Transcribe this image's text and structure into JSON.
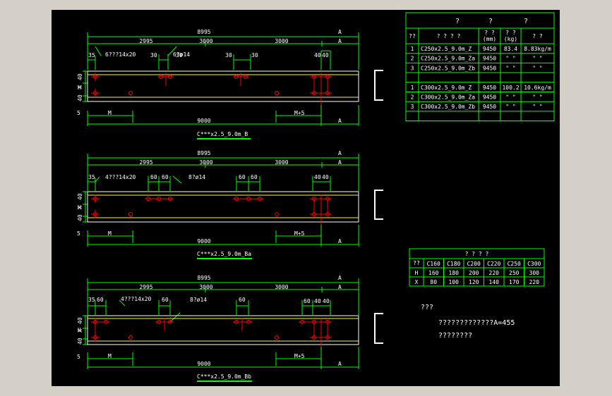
{
  "beams": [
    {
      "id": "B",
      "top_total": "8995",
      "seg1": "2995",
      "seg2": "3000",
      "seg3": "3000",
      "end_a": "A",
      "dim_35": "35",
      "dim_30": "30",
      "dim_40": "40",
      "hole_label_1": "6???14x20",
      "hole_label_2": "6?ø14",
      "side_h": "H",
      "side_x": "X",
      "side_40": "40",
      "left_5": "5",
      "m_label": "M",
      "m5_label": "M+5",
      "bottom_total": "9000",
      "title": "C***x2.5_9.0m_B"
    },
    {
      "id": "Ba",
      "top_total": "8995",
      "seg1": "2995",
      "seg2": "3000",
      "seg3": "3000",
      "end_a": "A",
      "dim_35": "35",
      "dim_60": "60",
      "dim_40": "40",
      "hole_label_1": "4???14x20",
      "hole_label_2": "8?ø14",
      "side_h": "H",
      "side_x": "X",
      "side_40": "40",
      "left_5": "5",
      "m_label": "M",
      "m5_label": "M+5",
      "bottom_total": "9000",
      "title": "C***x2.5_9.0m_Ba"
    },
    {
      "id": "Bb",
      "top_total": "8995",
      "seg1": "2995",
      "seg2": "3000",
      "seg3": "3000",
      "end_a": "A",
      "dim_35": "35",
      "dim_60": "60",
      "dim_40": "40",
      "hole_label_1": "4???14x20",
      "hole_label_2": "8?ø14",
      "side_h": "H",
      "side_x": "X",
      "side_40": "40",
      "left_5": "5",
      "m_label": "M",
      "m5_label": "M+5",
      "bottom_total": "9000",
      "title": "C***x2.5_9.0m_Bb"
    }
  ],
  "parts_table": {
    "header_top": [
      "?",
      "?",
      "?"
    ],
    "header": [
      "??",
      "? ? ? ?",
      "?  ?\n(mm)",
      "?  ?\n(kg)",
      "? ?"
    ],
    "rows": [
      [
        "1",
        "C250x2.5_9.0m_Z",
        "9450",
        "83.4",
        "8.83kg/m"
      ],
      [
        "2",
        "C250x2.5_9.0m_Za",
        "9450",
        "\" \"",
        "\" \""
      ],
      [
        "3",
        "C250x2.5_9.0m_Zb",
        "9450",
        "\" \"",
        "\" \""
      ],
      [
        "",
        "",
        "",
        "",
        ""
      ],
      [
        "1",
        "C300x2.5_9.0m_Z",
        "9450",
        "100.2",
        "10.6kg/m"
      ],
      [
        "2",
        "C300x2.5_9.0m_Za",
        "9450",
        "\" \"",
        "\" \""
      ],
      [
        "3",
        "C300x2.5_9.0m_Zb",
        "9450",
        "\" \"",
        "\" \""
      ],
      [
        "",
        "",
        "",
        "",
        ""
      ]
    ]
  },
  "size_table": {
    "title": "? ? ? ?",
    "corner": "?\n?",
    "columns": [
      "C160",
      "C180",
      "C200",
      "C220",
      "C250",
      "C300"
    ],
    "rows": [
      {
        "label": "H",
        "values": [
          "160",
          "180",
          "200",
          "220",
          "250",
          "300"
        ]
      },
      {
        "label": "X",
        "values": [
          "80",
          "100",
          "120",
          "140",
          "170",
          "220"
        ]
      }
    ]
  },
  "notes": {
    "heading": "???",
    "line1": "?????????????A=455",
    "line2": "????????"
  },
  "colors": {
    "background": "#000000",
    "dimension": "#00ff00",
    "beam_edge": "#ffffff",
    "beam_flange": "#ffff00",
    "hole": "#ff0000",
    "title_underline": "#00ff00"
  }
}
